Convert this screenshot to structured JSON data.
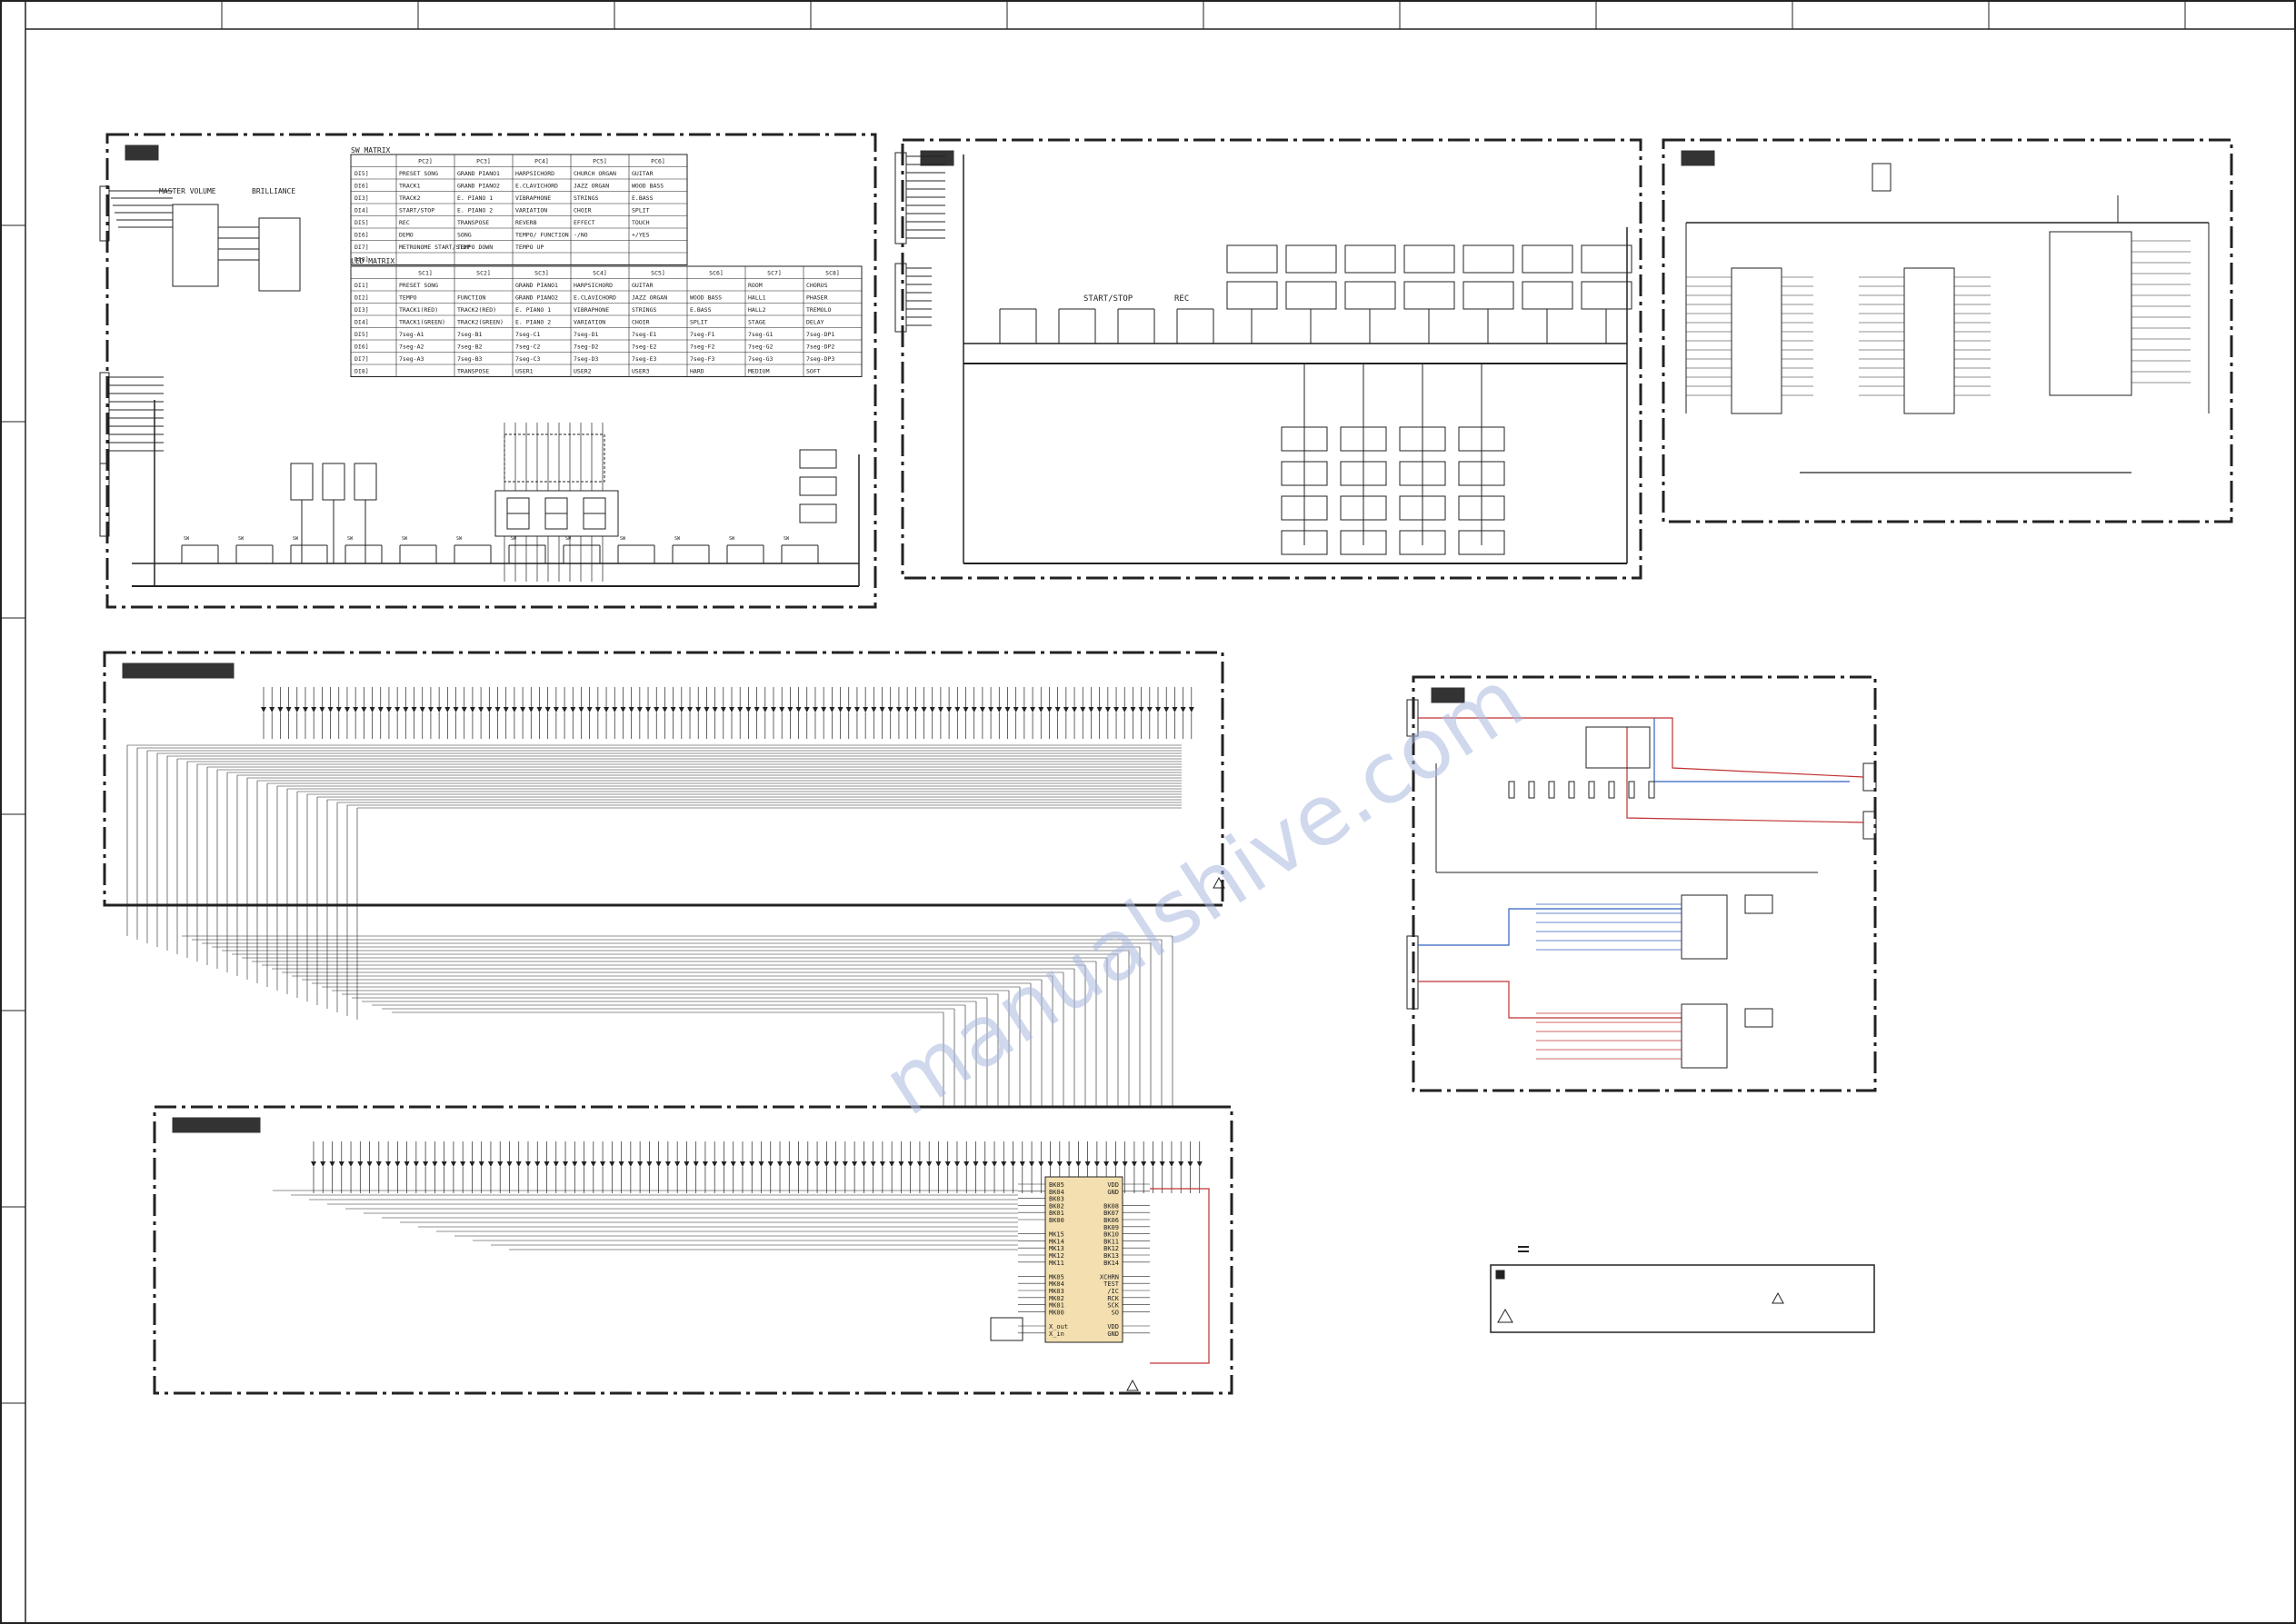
{
  "sw_matrix": {
    "title": "SW MATRIX",
    "headers": [
      "PC2]",
      "PC3]",
      "PC4]",
      "PC5]",
      "PC6]"
    ],
    "rows": [
      {
        "port": "DI5]",
        "cells": [
          "PRESET SONG",
          "GRAND PIANO1",
          "HARPSICHORD",
          "CHURCH ORGAN",
          "GUITAR"
        ]
      },
      {
        "port": "DI6]",
        "cells": [
          "TRACK1",
          "GRAND PIANO2",
          "E.CLAVICHORD",
          "JAZZ ORGAN",
          "WOOD BASS"
        ]
      },
      {
        "port": "DI3]",
        "cells": [
          "TRACK2",
          "E. PIANO 1",
          "VIBRAPHONE",
          "STRINGS",
          "E.BASS"
        ]
      },
      {
        "port": "DI4]",
        "cells": [
          "START/STOP",
          "E. PIANO 2",
          "VARIATION",
          "CHOIR",
          "SPLIT"
        ]
      },
      {
        "port": "DI5]",
        "cells": [
          "REC",
          "TRANSPOSE",
          "REVERB",
          "EFFECT",
          "TOUCH"
        ]
      },
      {
        "port": "DI6]",
        "cells": [
          "DEMO",
          "SONG",
          "TEMPO/ FUNCTION",
          "-/NO",
          "+/YES"
        ]
      },
      {
        "port": "DI7]",
        "cells": [
          "METRONOME START/STOP",
          "TEMPO DOWN",
          "TEMPO UP",
          "",
          ""
        ]
      },
      {
        "port": "DI8]",
        "cells": [
          "",
          "",
          "",
          "",
          ""
        ]
      }
    ]
  },
  "led_matrix": {
    "title": "LED MATRIX",
    "headers": [
      "SC1]",
      "SC2]",
      "SC3]",
      "SC4]",
      "SC5]",
      "SC6]",
      "SC7]",
      "SC8]"
    ],
    "rows": [
      {
        "port": "DI1]",
        "cells": [
          "PRESET SONG",
          "",
          "GRAND PIANO1",
          "HARPSICHORD",
          "GUITAR",
          "",
          "ROOM",
          "CHORUS"
        ]
      },
      {
        "port": "DI2]",
        "cells": [
          "TEMPO",
          "FUNCTION",
          "GRAND PIANO2",
          "E.CLAVICHORD",
          "JAZZ ORGAN",
          "WOOD BASS",
          "HALL1",
          "PHASER"
        ]
      },
      {
        "port": "DI3]",
        "cells": [
          "TRACK1(RED)",
          "TRACK2(RED)",
          "E. PIANO 1",
          "VIBRAPHONE",
          "STRINGS",
          "E.BASS",
          "HALL2",
          "TREMOLO"
        ]
      },
      {
        "port": "DI4]",
        "cells": [
          "TRACK1(GREEN)",
          "TRACK2(GREEN)",
          "E. PIANO 2",
          "VARIATION",
          "CHOIR",
          "SPLIT",
          "STAGE",
          "DELAY"
        ]
      },
      {
        "port": "DI5]",
        "cells": [
          "7seg-A1",
          "7seg-B1",
          "7seg-C1",
          "7seg-D1",
          "7seg-E1",
          "7seg-F1",
          "7seg-G1",
          "7seg-DP1"
        ]
      },
      {
        "port": "DI6]",
        "cells": [
          "7seg-A2",
          "7seg-B2",
          "7seg-C2",
          "7seg-D2",
          "7seg-E2",
          "7seg-F2",
          "7seg-G2",
          "7seg-DP2"
        ]
      },
      {
        "port": "DI7]",
        "cells": [
          "7seg-A3",
          "7seg-B3",
          "7seg-C3",
          "7seg-D3",
          "7seg-E3",
          "7seg-F3",
          "7seg-G3",
          "7seg-DP3"
        ]
      },
      {
        "port": "DI8]",
        "cells": [
          "",
          "TRANSPOSE",
          "USER1",
          "USER2",
          "USER3",
          "HARD",
          "MEDIUM",
          "SOFT"
        ]
      }
    ]
  },
  "labels": {
    "master_volume": "MASTER VOLUME",
    "brilliance": "BRILLIANCE",
    "start_stop": "START/STOP",
    "rec": "REC",
    "ic_pins_left": [
      "BK05",
      "BK04",
      "BK03",
      "BK02",
      "BK01",
      "BK00",
      "",
      "MK15",
      "MK14",
      "MK13",
      "MK12",
      "MK11",
      "",
      "MK05",
      "MK04",
      "MK03",
      "MK02",
      "MK01",
      "MK00",
      "",
      "X_out",
      "X_in"
    ],
    "ic_pins_right": [
      "VDD",
      "GND",
      "",
      "BK08",
      "BK07",
      "BK06",
      "BK09",
      "BK10",
      "BK11",
      "BK12",
      "BK13",
      "BK14",
      "",
      "XCHRN",
      "TEST",
      "/IC",
      "RCK",
      "SCK",
      "SO",
      "",
      "VDD",
      "GND"
    ]
  },
  "watermark": "manualshive.com",
  "colors": {
    "line": "#222222",
    "wire_red": "#c03030",
    "wire_blue": "#3060c0",
    "watermark": "#aab9e0",
    "ic_fill": "#f3dfb0"
  }
}
